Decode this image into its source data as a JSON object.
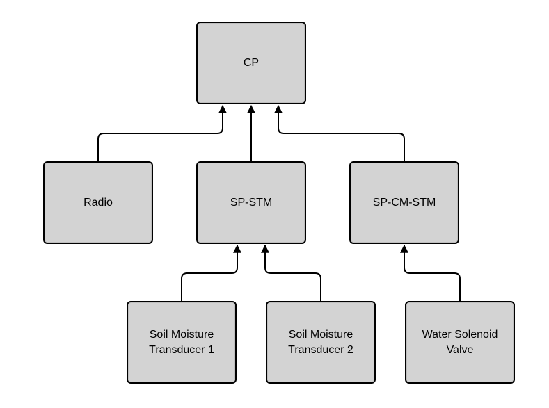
{
  "diagram": {
    "nodes": {
      "cp": {
        "label": "CP"
      },
      "radio": {
        "label": "Radio"
      },
      "sp_stm": {
        "label": "SP-STM"
      },
      "sp_cm_stm": {
        "label": "SP-CM-STM"
      },
      "smt1": {
        "label": "Soil Moisture\nTransducer 1"
      },
      "smt2": {
        "label": "Soil Moisture\nTransducer 2"
      },
      "wsv": {
        "label": "Water Solenoid\nValve"
      }
    },
    "edges": [
      {
        "from": "Radio",
        "to": "CP"
      },
      {
        "from": "SP-STM",
        "to": "CP"
      },
      {
        "from": "SP-CM-STM",
        "to": "CP"
      },
      {
        "from": "Soil Moisture Transducer 1",
        "to": "SP-STM"
      },
      {
        "from": "Soil Moisture Transducer 2",
        "to": "SP-STM"
      },
      {
        "from": "Water Solenoid Valve",
        "to": "SP-CM-STM"
      }
    ],
    "colors": {
      "node_fill": "#d3d3d3",
      "stroke": "#000000",
      "background": "#ffffff"
    }
  }
}
